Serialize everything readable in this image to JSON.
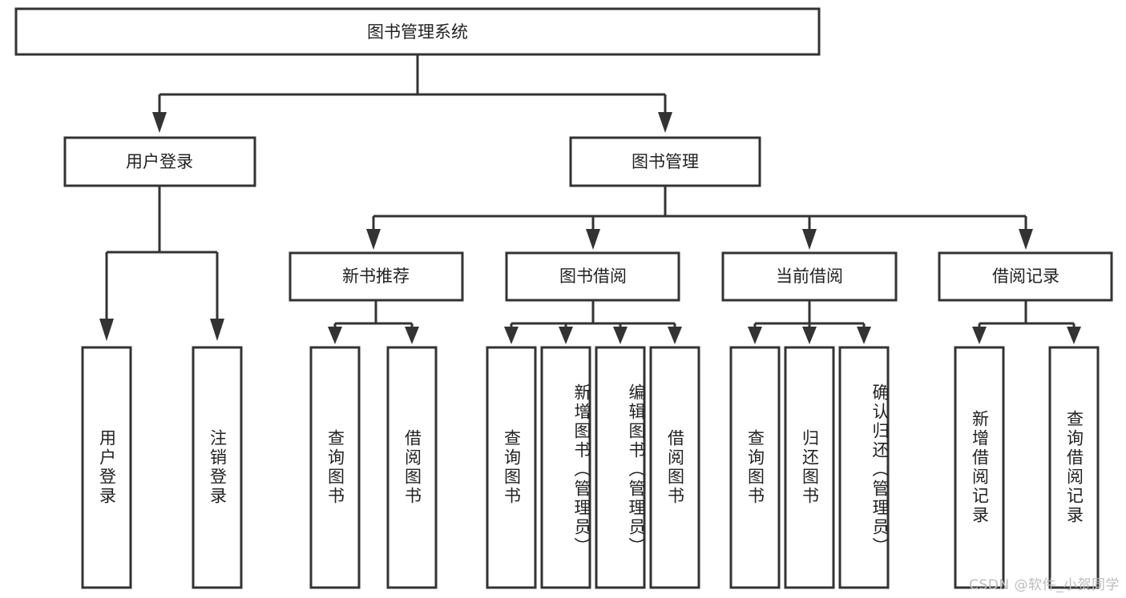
{
  "diagram": {
    "title": "图书管理系统",
    "watermark": "CSDN @软件_小贺同学",
    "colors": {
      "stroke": "#333333",
      "fill": "#ffffff",
      "text": "#222222",
      "watermark": "#bdbdbd"
    },
    "levels": {
      "root": {
        "label": "图书管理系统"
      },
      "level2": [
        {
          "label": "用户登录"
        },
        {
          "label": "图书管理"
        }
      ],
      "level3": [
        {
          "label": "新书推荐"
        },
        {
          "label": "图书借阅"
        },
        {
          "label": "当前借阅"
        },
        {
          "label": "借阅记录"
        }
      ],
      "leaves": [
        {
          "label": "用户登录",
          "parent": "用户登录"
        },
        {
          "label": "注销登录",
          "parent": "用户登录"
        },
        {
          "label": "查询图书",
          "parent": "新书推荐"
        },
        {
          "label": "借阅图书",
          "parent": "新书推荐"
        },
        {
          "label": "查询图书",
          "parent": "图书借阅"
        },
        {
          "label": "新增图书（管理员）",
          "parent": "图书借阅"
        },
        {
          "label": "编辑图书（管理员）",
          "parent": "图书借阅"
        },
        {
          "label": "借阅图书",
          "parent": "图书借阅"
        },
        {
          "label": "查询图书",
          "parent": "当前借阅"
        },
        {
          "label": "归还图书",
          "parent": "当前借阅"
        },
        {
          "label": "确认归还（管理员）",
          "parent": "当前借阅"
        },
        {
          "label": "新增借阅记录",
          "parent": "借阅记录"
        },
        {
          "label": "查询借阅记录",
          "parent": "借阅记录"
        }
      ]
    }
  }
}
